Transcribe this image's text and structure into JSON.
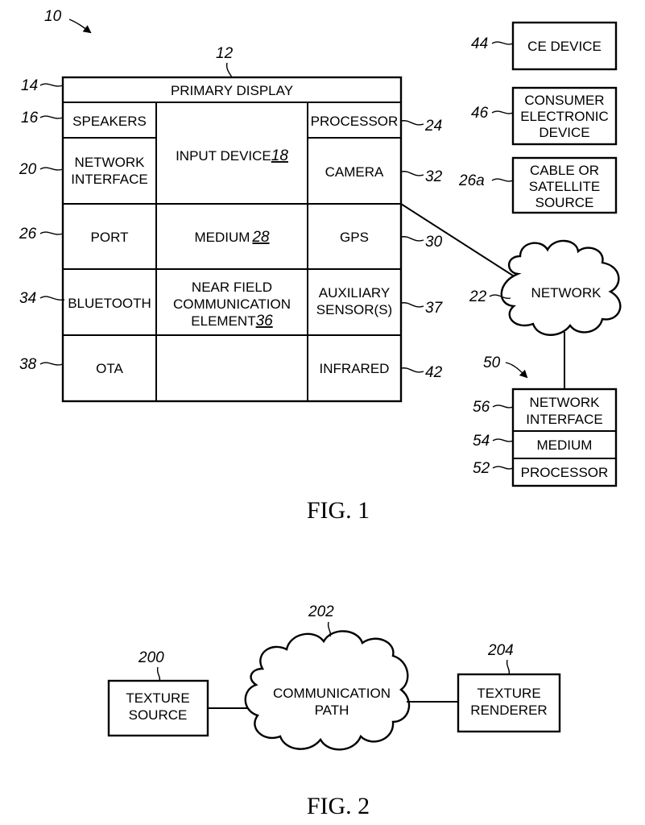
{
  "fig1": {
    "system_ref": "10",
    "device_ref": "12",
    "primary_display": {
      "label": "PRIMARY DISPLAY",
      "ref": "14"
    },
    "speakers": {
      "label": "SPEAKERS",
      "ref": "16"
    },
    "network_interface": {
      "line1": "NETWORK",
      "line2": "INTERFACE",
      "ref": "20"
    },
    "input_device": {
      "label": "INPUT DEVICE",
      "ref": "18"
    },
    "processor": {
      "label": "PROCESSOR",
      "ref": "24"
    },
    "camera": {
      "label": "CAMERA",
      "ref": "32"
    },
    "port": {
      "label": "PORT",
      "ref": "26"
    },
    "medium": {
      "label": "MEDIUM",
      "ref": "28"
    },
    "gps": {
      "label": "GPS",
      "ref": "30"
    },
    "bluetooth": {
      "label": "BLUETOOTH",
      "ref": "34"
    },
    "nfc": {
      "line1": "NEAR FIELD",
      "line2": "COMMUNICATION",
      "line3": "ELEMENT",
      "ref": "36"
    },
    "aux_sensor": {
      "line1": "AUXILIARY",
      "line2": "SENSOR(S)",
      "ref": "37"
    },
    "ota": {
      "label": "OTA",
      "ref": "38"
    },
    "infrared": {
      "label": "INFRARED",
      "ref": "42"
    },
    "ce_device": {
      "label": "CE DEVICE",
      "ref": "44"
    },
    "consumer_device": {
      "line1": "CONSUMER",
      "line2": "ELECTRONIC",
      "line3": "DEVICE",
      "ref": "46"
    },
    "cable_source": {
      "line1": "CABLE OR",
      "line2": "SATELLITE",
      "line3": "SOURCE",
      "ref": "26a"
    },
    "network": {
      "label": "NETWORK",
      "ref": "22"
    },
    "server_ref": "50",
    "server_net_iface": {
      "line1": "NETWORK",
      "line2": "INTERFACE",
      "ref": "56"
    },
    "server_medium": {
      "label": "MEDIUM",
      "ref": "54"
    },
    "server_processor": {
      "label": "PROCESSOR",
      "ref": "52"
    },
    "caption": "FIG. 1"
  },
  "fig2": {
    "texture_source": {
      "line1": "TEXTURE",
      "line2": "SOURCE",
      "ref": "200"
    },
    "comm_path": {
      "line1": "COMMUNICATION",
      "line2": "PATH",
      "ref": "202"
    },
    "texture_renderer": {
      "line1": "TEXTURE",
      "line2": "RENDERER",
      "ref": "204"
    },
    "caption": "FIG. 2"
  }
}
